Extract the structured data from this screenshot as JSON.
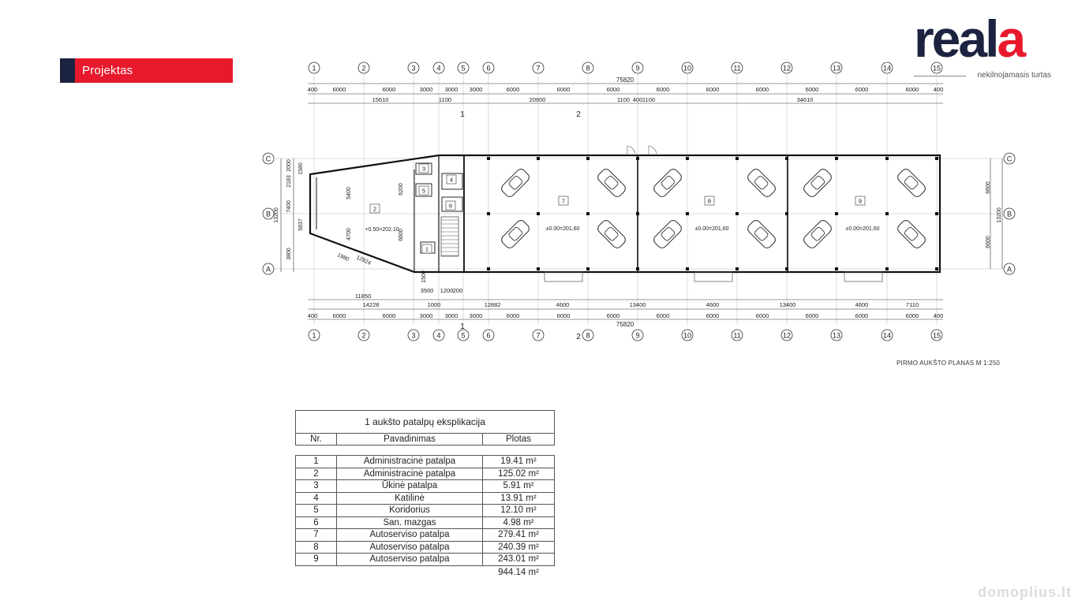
{
  "header": {
    "section_label": "Projektas"
  },
  "brand": {
    "logo_main": "real",
    "logo_accent": "a",
    "tagline": "nekilnojamasis turtas",
    "navy": "#1c2340",
    "red": "#e8192c"
  },
  "plan": {
    "title": "PIRMO AUKŠTO PLANAS M 1:250",
    "axes_numbers": [
      "1",
      "2",
      "3",
      "4",
      "5",
      "6",
      "7",
      "8",
      "9",
      "10",
      "11",
      "12",
      "13",
      "14",
      "15"
    ],
    "axes_letters": [
      "C",
      "B",
      "A"
    ],
    "top_overall": "75820",
    "bottom_overall": "75820",
    "top_spans": [
      "400",
      "6000",
      "6000",
      "3000",
      "3000",
      "3000",
      "6000",
      "6000",
      "6000",
      "6000",
      "6000",
      "6000",
      "6000",
      "6000",
      "6000",
      "400"
    ],
    "bottom_spans": [
      "400",
      "6000",
      "6000",
      "3000",
      "3000",
      "3000",
      "6000",
      "6000",
      "6000",
      "6000",
      "6000",
      "6000",
      "6000",
      "6000",
      "6000",
      "400"
    ],
    "top_segments": [
      "15610",
      "1100",
      "20900",
      "1100",
      "400",
      "1100",
      "34610"
    ],
    "bottom_segments": [
      "11850",
      "3500",
      "1200",
      "200",
      "14228",
      "1000",
      "12882",
      "4600",
      "13400",
      "4600",
      "13400",
      "4600",
      "7110"
    ],
    "section_marks": [
      "1",
      "2"
    ],
    "left_dims": [
      "2000",
      "2183",
      "1580",
      "7400",
      "5837",
      "3800",
      "13200"
    ],
    "right_dims": [
      "6600",
      "13200",
      "6600"
    ],
    "inner_dims": [
      "5400",
      "4700",
      "6200",
      "6600",
      "1980",
      "12924",
      "1500"
    ],
    "room_labels": [
      "1",
      "2",
      "3",
      "4",
      "5",
      "6",
      "7",
      "8",
      "9"
    ],
    "room_areas": [
      "+0.50=202.10",
      "±0.00=201,60",
      "±0.00=201,60",
      "±0.00=201,60"
    ]
  },
  "explication": {
    "caption": "1 aukšto patalpų eksplikacija",
    "headers": [
      "Nr.",
      "Pavadinimas",
      "Plotas"
    ],
    "rows": [
      {
        "nr": "1",
        "name": "Administracinė patalpa",
        "area": "19.41 m²"
      },
      {
        "nr": "2",
        "name": "Administracinė patalpa",
        "area": "125.02 m²"
      },
      {
        "nr": "3",
        "name": "Ūkinė patalpa",
        "area": "5.91 m²"
      },
      {
        "nr": "4",
        "name": "Katilinė",
        "area": "13.91 m²"
      },
      {
        "nr": "5",
        "name": "Koridorius",
        "area": "12.10 m²"
      },
      {
        "nr": "6",
        "name": "San. mazgas",
        "area": "4.98 m²"
      },
      {
        "nr": "7",
        "name": "Autoserviso patalpa",
        "area": "279.41 m²"
      },
      {
        "nr": "8",
        "name": "Autoserviso patalpa",
        "area": "240.39 m²"
      },
      {
        "nr": "9",
        "name": "Autoserviso patalpa",
        "area": "243.01 m²"
      }
    ],
    "total": "944.14 m²"
  },
  "watermark": "domoplius.lt"
}
